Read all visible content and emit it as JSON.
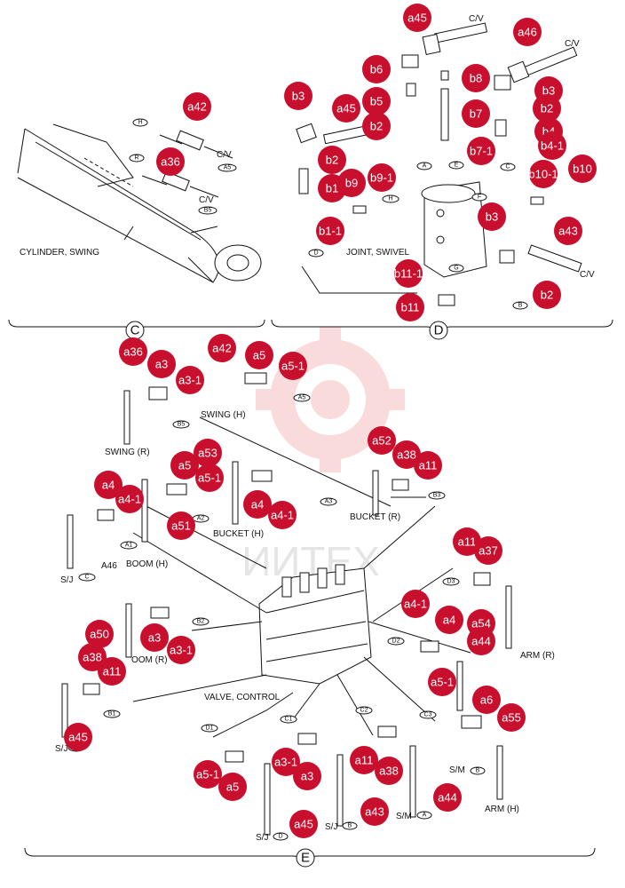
{
  "colors": {
    "badge": "#c8102e",
    "badge_text": "#ffffff",
    "line": "#111111",
    "watermark": "#e63b3b"
  },
  "sections": {
    "c": "C",
    "d": "D",
    "e": "E"
  },
  "watermark_text": "ИИТЕХ",
  "labels": {
    "cylinder_swing": "CYLINDER, SWING",
    "joint_swivel": "JOINT, SWIVEL",
    "valve_control": "VALVE, CONTROL",
    "swing_h": "SWING (H)",
    "swing_r": "SWING (R)",
    "bucket_h": "BUCKET (H)",
    "bucket_r": "BUCKET (R)",
    "boom_h": "BOOM (H)",
    "boom_r": "OOM (R)",
    "arm_r": "ARM (R)",
    "arm_h": "ARM (H)",
    "cv_a5": "C/V",
    "cv_b5": "C/V",
    "cv_b1": "C/V",
    "cv_a1": "C/V",
    "cv_c1": "C/V",
    "sj_c": "S/J",
    "sj_a": "S/J",
    "sj_d": "S/J",
    "sj_b": "S/J",
    "sm_b": "S/M",
    "sm_a": "S/M",
    "a46_text": "A46"
  },
  "tags": {
    "H": "H",
    "R": "R",
    "A5": "A5",
    "B5": "B5",
    "B1": "B1",
    "A1": "A1",
    "C1": "C1",
    "A": "A",
    "B": "B",
    "C": "C",
    "D": "D",
    "E": "E",
    "F": "F",
    "G": "G",
    "A2": "A2",
    "A3": "A3",
    "B2": "B2",
    "B3": "B3",
    "C2": "C2",
    "C3": "C3",
    "D1": "D1",
    "D2": "D2",
    "D3": "D3"
  },
  "callouts": [
    "a45",
    "a46",
    "b6",
    "b8",
    "b3",
    "a45",
    "b5",
    "b3",
    "b2",
    "b7",
    "b2",
    "b4",
    "b7-1",
    "b4-1",
    "b2",
    "b9",
    "b9-1",
    "b1",
    "b10-1",
    "b10",
    "b3",
    "a43",
    "b1-1",
    "b11-1",
    "b2",
    "b11",
    "a42",
    "a36",
    "a36",
    "a3",
    "a42",
    "a5",
    "a5-1",
    "a3-1",
    "a52",
    "a38",
    "a11",
    "a5",
    "a53",
    "a5-1",
    "a4",
    "a4-1",
    "a4",
    "a4-1",
    "a51",
    "a11",
    "a37",
    "a4-1",
    "a4",
    "a54",
    "a44",
    "a50",
    "a3",
    "a3-1",
    "a38",
    "a11",
    "a5-1",
    "a6",
    "a55",
    "a45",
    "a5-1",
    "a5",
    "a3-1",
    "a3",
    "a11",
    "a38",
    "a43",
    "a44",
    "a45"
  ]
}
